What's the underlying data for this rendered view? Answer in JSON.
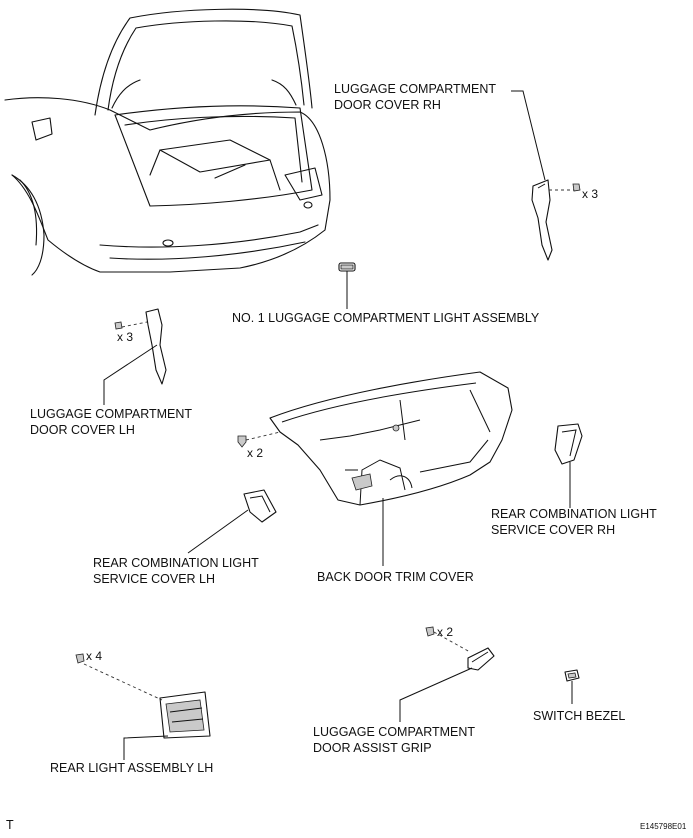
{
  "labels": {
    "door_cover_rh": [
      "LUGGAGE COMPARTMENT",
      "DOOR COVER RH"
    ],
    "light_assembly": "NO. 1 LUGGAGE COMPARTMENT LIGHT ASSEMBLY",
    "door_cover_lh": [
      "LUGGAGE COMPARTMENT",
      "DOOR COVER LH"
    ],
    "service_cover_rh": [
      "REAR COMBINATION LIGHT",
      "SERVICE COVER RH"
    ],
    "service_cover_lh": [
      "REAR COMBINATION LIGHT",
      "SERVICE COVER LH"
    ],
    "trim_cover": "BACK DOOR TRIM COVER",
    "assist_grip": [
      "LUGGAGE COMPARTMENT",
      "DOOR ASSIST GRIP"
    ],
    "switch_bezel": "SWITCH BEZEL",
    "rear_light_lh": "REAR LIGHT ASSEMBLY LH"
  },
  "quantities": {
    "clips_rh": "x 3",
    "clips_lh": "x 3",
    "clips_trim": "x 2",
    "clips_grip": "x 2",
    "clips_rear_light": "x 4"
  },
  "corner_mark": "T",
  "figure_code": "E145798E01"
}
